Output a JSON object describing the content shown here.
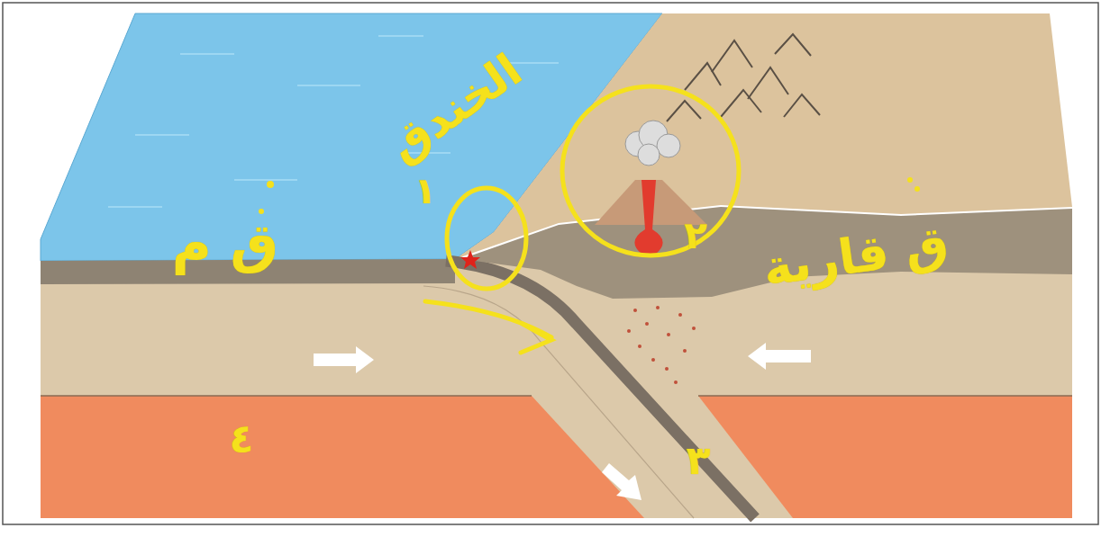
{
  "diagram": {
    "labels": [
      "الخندق",
      "ق م",
      "ق قارية",
      "١",
      "٢",
      "٣",
      "٤"
    ]
  }
}
